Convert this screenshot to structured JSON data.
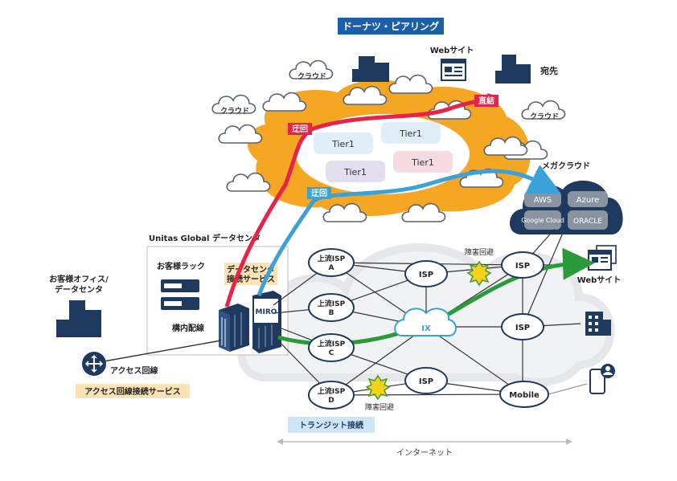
{
  "header": {
    "title": "ドーナツ・ピアリング"
  },
  "labels": {
    "cloud": "クラウド",
    "website": "Webサイト",
    "destination": "宛先",
    "direct": "直結",
    "detour": "迂回",
    "megacloud": "メガクラウド",
    "tier1": "Tier1",
    "unitas_dc": "Unitas Global データセンタ",
    "customer_rack": "お客様ラック",
    "dc_connect_line1": "データセンタ",
    "dc_connect_line2": "接続サービス",
    "internal_wiring": "構内配線",
    "miro": "MIRO",
    "customer_office_line1": "お客様オフィス/",
    "customer_office_line2": "データセンタ",
    "access_line": "アクセス回線",
    "access_service": "アクセス回線接続サービス",
    "upstream_isp": "上流ISP",
    "isp": "ISP",
    "ix": "IX",
    "mobile": "Mobile",
    "fault_avoidance": "障害回避",
    "transit": "トランジット接続",
    "internet": "インターネット"
  },
  "megacloud_providers": [
    "AWS",
    "Azure",
    "Google Cloud",
    "ORACLE"
  ],
  "upstream_isps": [
    "A",
    "B",
    "C",
    "D"
  ],
  "colors": {
    "header_bg": "#1b5fa8",
    "donut_orange": "#f5a623",
    "red_route": "#e8234a",
    "blue_route": "#3aa2d8",
    "green_route": "#2b9a3a",
    "navy_node": "#1f3a5f",
    "access_service_bg": "#fbe3b5",
    "transit_bg": "#cfe5f5"
  }
}
